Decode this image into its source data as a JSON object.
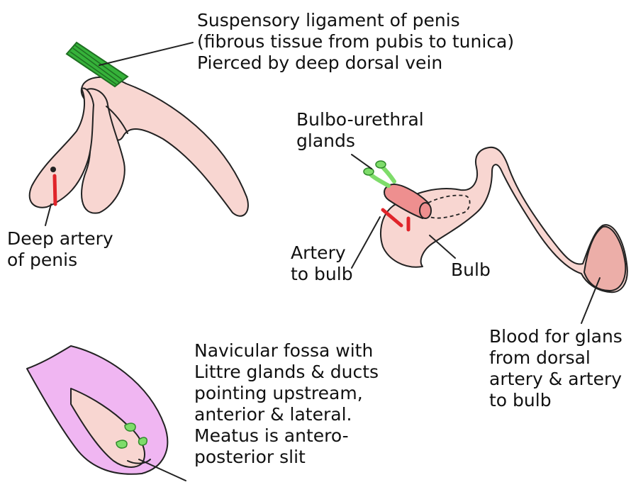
{
  "colors": {
    "skin": "#f8d6d1",
    "skin_dark": "#ecaea8",
    "outline": "#222222",
    "ligament": "#36b23a",
    "ligament_dark": "#1f6f22",
    "gland": "#7edc6a",
    "artery": "#e0242a",
    "urethra": "#ee8f8f",
    "glans_section": "#f0b6f2"
  },
  "labels": {
    "ligament": {
      "lines": [
        "Suspensory ligament of penis",
        "(fibrous tissue from pubis to tunica)",
        "Pierced by deep dorsal vein"
      ]
    },
    "bulbo_urethral": {
      "lines": [
        "Bulbo-urethral",
        "glands"
      ]
    },
    "deep_artery": {
      "lines": [
        "Deep artery",
        "of penis"
      ]
    },
    "artery_bulb": {
      "lines": [
        "Artery",
        "to bulb"
      ]
    },
    "bulb": {
      "lines": [
        "Bulb"
      ]
    },
    "glans_blood": {
      "lines": [
        "Blood for glans",
        "from dorsal",
        "artery & artery",
        "to bulb"
      ]
    },
    "navicular": {
      "lines": [
        "Navicular fossa with",
        "Littre glands & ducts",
        "pointing upstream,",
        "anterior & lateral.",
        "Meatus is antero-",
        "posterior slit"
      ]
    }
  }
}
